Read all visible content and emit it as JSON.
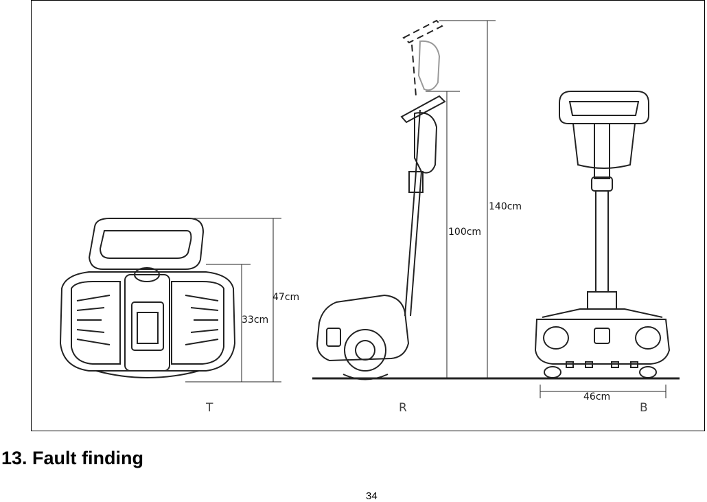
{
  "figure": {
    "dimensions": {
      "top_total_height": "47cm",
      "top_body_height": "33cm",
      "side_handle_low": "100cm",
      "side_handle_high": "140cm",
      "back_width": "46cm"
    },
    "views": {
      "top": "T",
      "right": "R",
      "back": "B"
    }
  },
  "section": {
    "heading": "13. Fault finding"
  },
  "page": {
    "number": "34"
  }
}
